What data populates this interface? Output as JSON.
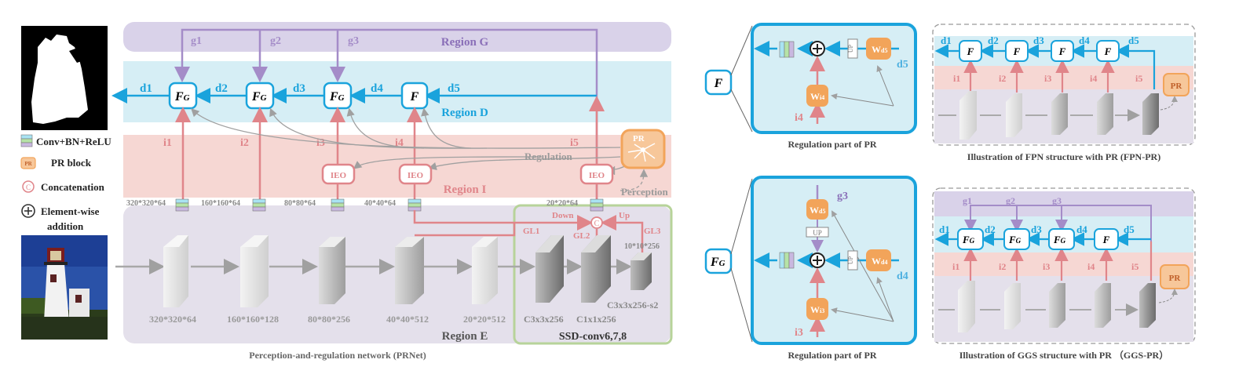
{
  "colors": {
    "region_g": "#d9d2e9",
    "region_d": "#d6eef5",
    "region_i": "#f6d7d3",
    "region_e": "#e4e0eb",
    "blue": "#1aa3dc",
    "pink": "#e0858a",
    "purple": "#a48cc8",
    "orange": "#f2a45a",
    "green": "#b7d39a",
    "gray": "#b8b8b8"
  },
  "main": {
    "region_g": "Region G",
    "region_d": "Region D",
    "region_i": "Region I",
    "region_e": "Region E",
    "g_labels": [
      "g1",
      "g2",
      "g3"
    ],
    "d_labels": [
      "d1",
      "d2",
      "d3",
      "d4",
      "d5"
    ],
    "i_labels": [
      "i1",
      "i2",
      "i3",
      "i4",
      "i5"
    ],
    "fg_main": "F",
    "fg_sub": "G",
    "f_node": "F",
    "ieo": "IEO",
    "pr": "PR",
    "regulation": "Regulation",
    "perception": "Perception",
    "scale_labels": [
      "320*320*64",
      "160*160*64",
      "80*80*64",
      "40*40*64",
      "20*20*64"
    ],
    "block_labels": [
      "320*320*64",
      "160*160*128",
      "80*80*256",
      "40*40*512",
      "20*20*512"
    ],
    "down": "Down",
    "up": "Up",
    "gl1": "GL1",
    "gl2": "GL2",
    "gl3": "GL3",
    "small_block": "10*10*256",
    "conv_a": "C3x3x256",
    "conv_b": "C1x1x256",
    "conv_c": "C3x3x256-s2",
    "ssd": "SSD-conv6,7,8",
    "concat_symbol": "C",
    "caption": "Perception-and-regulation network (PRNet)"
  },
  "legend": {
    "conv": "Conv+BN+ReLU",
    "pr_block": "PR block",
    "pr_icon": "PR",
    "concat": "Concatenation",
    "elem_line1": "Element-wise",
    "elem_line2": "addition"
  },
  "panels": {
    "reg1_caption": "Regulation part of PR",
    "reg2_caption": "Regulation part of PR",
    "f_label": "F",
    "fg_main": "F",
    "fg_sub": "G",
    "wd_main": "W",
    "wd_sub": "d5",
    "wi_main": "W",
    "wi_sub": "i4",
    "wg_main": "W",
    "wg_sub": "d5",
    "wd2_main": "W",
    "wd2_sub": "d4",
    "wi2_main": "W",
    "wi2_sub": "i3",
    "up": "UP",
    "d5": "d5",
    "i4": "i4",
    "g3": "g3",
    "d4": "d4",
    "i3": "i3",
    "fpn_caption": "Illustration of FPN structure with PR (FPN-PR)",
    "ggs_caption": "Illustration of GGS structure with PR （GGS-PR）",
    "pr": "PR"
  }
}
